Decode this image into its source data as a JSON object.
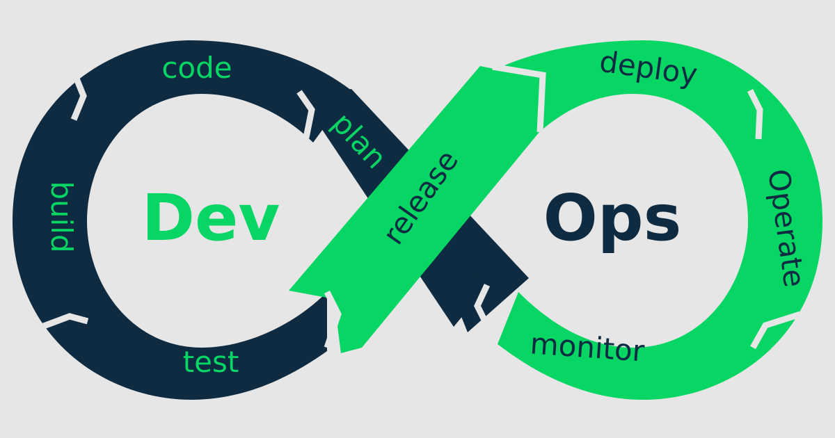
{
  "colors": {
    "background": "#e6e6e6",
    "dev_loop": "#0f2b41",
    "ops_loop": "#07d564",
    "gap": "#e6e6e6"
  },
  "center": {
    "dev": "Dev",
    "ops": "Ops"
  },
  "stages": {
    "code": "code",
    "plan": "plan",
    "release": "release",
    "deploy": "deploy",
    "operate": "Operate",
    "monitor": "monitor",
    "test": "test",
    "build": "build"
  }
}
